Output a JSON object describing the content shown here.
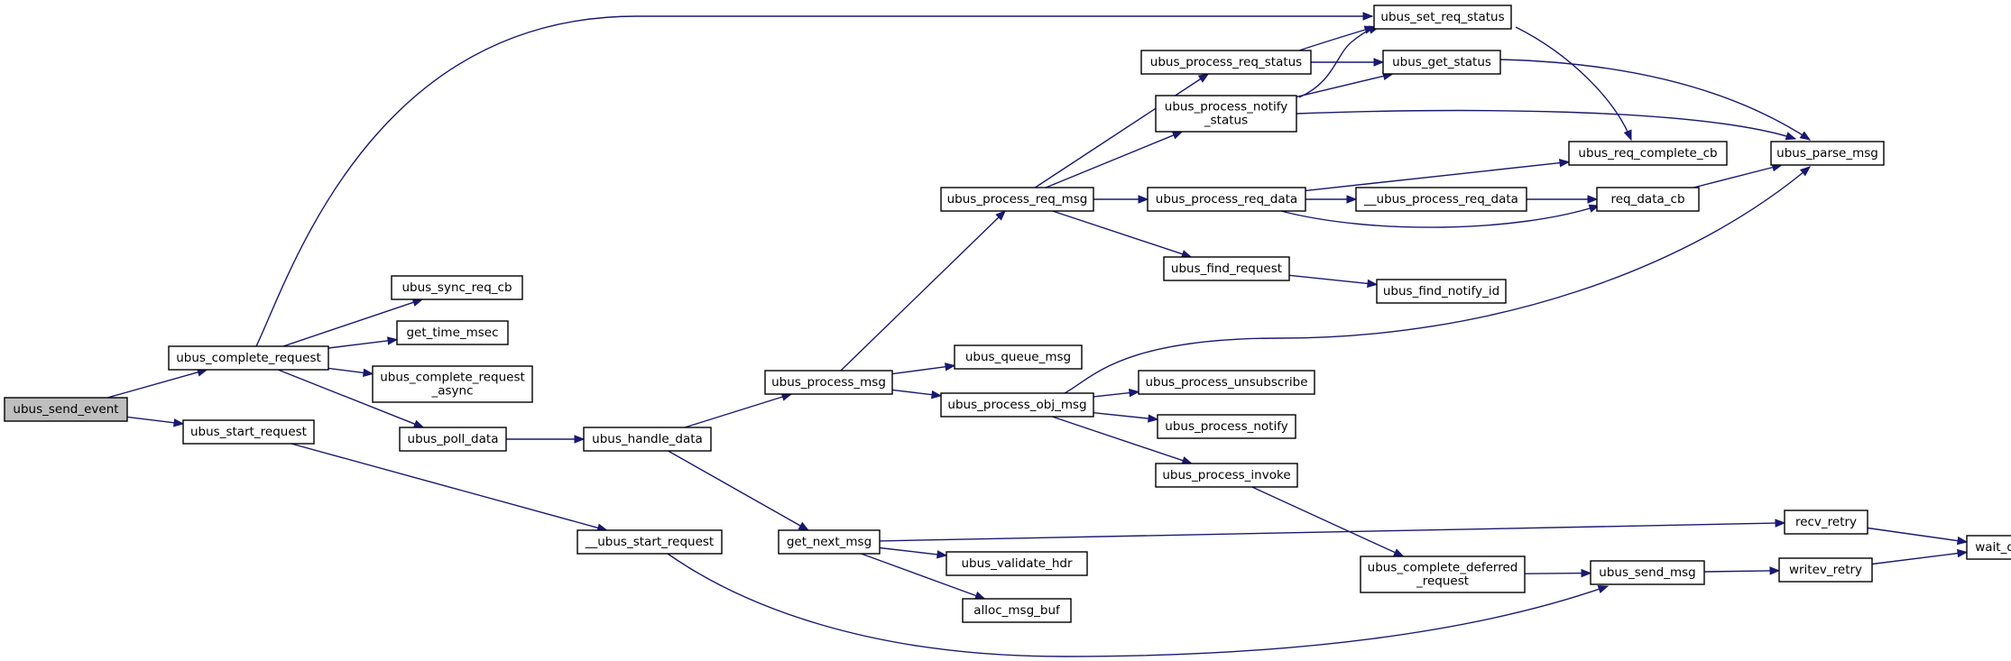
{
  "graph": {
    "edge_color": "#191970",
    "root_fill": "#bfbfbf",
    "nodes": [
      {
        "id": "ubus_send_event",
        "lines": [
          "ubus_send_event"
        ],
        "root": true
      },
      {
        "id": "ubus_complete_request",
        "lines": [
          "ubus_complete_request"
        ]
      },
      {
        "id": "ubus_start_request",
        "lines": [
          "ubus_start_request"
        ]
      },
      {
        "id": "ubus_sync_req_cb",
        "lines": [
          "ubus_sync_req_cb"
        ]
      },
      {
        "id": "get_time_msec",
        "lines": [
          "get_time_msec"
        ]
      },
      {
        "id": "ubus_complete_request_async",
        "lines": [
          "ubus_complete_request",
          "_async"
        ]
      },
      {
        "id": "ubus_poll_data",
        "lines": [
          "ubus_poll_data"
        ]
      },
      {
        "id": "__ubus_start_request",
        "lines": [
          "__ubus_start_request"
        ]
      },
      {
        "id": "ubus_handle_data",
        "lines": [
          "ubus_handle_data"
        ]
      },
      {
        "id": "ubus_process_msg",
        "lines": [
          "ubus_process_msg"
        ]
      },
      {
        "id": "get_next_msg",
        "lines": [
          "get_next_msg"
        ]
      },
      {
        "id": "ubus_process_req_msg",
        "lines": [
          "ubus_process_req_msg"
        ]
      },
      {
        "id": "ubus_queue_msg",
        "lines": [
          "ubus_queue_msg"
        ]
      },
      {
        "id": "ubus_process_obj_msg",
        "lines": [
          "ubus_process_obj_msg"
        ]
      },
      {
        "id": "ubus_validate_hdr",
        "lines": [
          "ubus_validate_hdr"
        ]
      },
      {
        "id": "alloc_msg_buf",
        "lines": [
          "alloc_msg_buf"
        ]
      },
      {
        "id": "ubus_process_req_status",
        "lines": [
          "ubus_process_req_status"
        ]
      },
      {
        "id": "ubus_process_notify_status",
        "lines": [
          "ubus_process_notify",
          "_status"
        ]
      },
      {
        "id": "ubus_process_req_data",
        "lines": [
          "ubus_process_req_data"
        ]
      },
      {
        "id": "ubus_find_request",
        "lines": [
          "ubus_find_request"
        ]
      },
      {
        "id": "ubus_process_unsubscribe",
        "lines": [
          "ubus_process_unsubscribe"
        ]
      },
      {
        "id": "ubus_process_notify",
        "lines": [
          "ubus_process_notify"
        ]
      },
      {
        "id": "ubus_process_invoke",
        "lines": [
          "ubus_process_invoke"
        ]
      },
      {
        "id": "ubus_complete_deferred_request",
        "lines": [
          "ubus_complete_deferred",
          "_request"
        ]
      },
      {
        "id": "ubus_set_req_status",
        "lines": [
          "ubus_set_req_status"
        ]
      },
      {
        "id": "ubus_get_status",
        "lines": [
          "ubus_get_status"
        ]
      },
      {
        "id": "__ubus_process_req_data",
        "lines": [
          "__ubus_process_req_data"
        ]
      },
      {
        "id": "ubus_find_notify_id",
        "lines": [
          "ubus_find_notify_id"
        ]
      },
      {
        "id": "ubus_send_msg",
        "lines": [
          "ubus_send_msg"
        ]
      },
      {
        "id": "ubus_req_complete_cb",
        "lines": [
          "ubus_req_complete_cb"
        ]
      },
      {
        "id": "req_data_cb",
        "lines": [
          "req_data_cb"
        ]
      },
      {
        "id": "recv_retry",
        "lines": [
          "recv_retry"
        ]
      },
      {
        "id": "writev_retry",
        "lines": [
          "writev_retry"
        ]
      },
      {
        "id": "ubus_parse_msg",
        "lines": [
          "ubus_parse_msg"
        ]
      },
      {
        "id": "wait_data",
        "lines": [
          "wait_data"
        ]
      }
    ],
    "edges": [
      [
        "ubus_send_event",
        "ubus_complete_request"
      ],
      [
        "ubus_send_event",
        "ubus_start_request"
      ],
      [
        "ubus_complete_request",
        "ubus_set_req_status"
      ],
      [
        "ubus_complete_request",
        "ubus_sync_req_cb"
      ],
      [
        "ubus_complete_request",
        "get_time_msec"
      ],
      [
        "ubus_complete_request",
        "ubus_complete_request_async"
      ],
      [
        "ubus_complete_request",
        "ubus_poll_data"
      ],
      [
        "ubus_start_request",
        "__ubus_start_request"
      ],
      [
        "ubus_poll_data",
        "ubus_handle_data"
      ],
      [
        "__ubus_start_request",
        "ubus_send_msg"
      ],
      [
        "ubus_handle_data",
        "ubus_process_msg"
      ],
      [
        "ubus_handle_data",
        "get_next_msg"
      ],
      [
        "ubus_process_msg",
        "ubus_process_req_msg"
      ],
      [
        "ubus_process_msg",
        "ubus_queue_msg"
      ],
      [
        "ubus_process_msg",
        "ubus_process_obj_msg"
      ],
      [
        "get_next_msg",
        "recv_retry"
      ],
      [
        "get_next_msg",
        "ubus_validate_hdr"
      ],
      [
        "get_next_msg",
        "alloc_msg_buf"
      ],
      [
        "ubus_process_req_msg",
        "ubus_process_req_status"
      ],
      [
        "ubus_process_req_msg",
        "ubus_process_notify_status"
      ],
      [
        "ubus_process_req_msg",
        "ubus_process_req_data"
      ],
      [
        "ubus_process_req_msg",
        "ubus_find_request"
      ],
      [
        "ubus_process_obj_msg",
        "ubus_parse_msg"
      ],
      [
        "ubus_process_obj_msg",
        "ubus_process_unsubscribe"
      ],
      [
        "ubus_process_obj_msg",
        "ubus_process_notify"
      ],
      [
        "ubus_process_obj_msg",
        "ubus_process_invoke"
      ],
      [
        "ubus_process_req_status",
        "ubus_set_req_status"
      ],
      [
        "ubus_process_req_status",
        "ubus_get_status"
      ],
      [
        "ubus_process_notify_status",
        "ubus_set_req_status"
      ],
      [
        "ubus_process_notify_status",
        "ubus_get_status"
      ],
      [
        "ubus_process_notify_status",
        "ubus_parse_msg"
      ],
      [
        "ubus_process_req_data",
        "ubus_req_complete_cb"
      ],
      [
        "ubus_process_req_data",
        "__ubus_process_req_data"
      ],
      [
        "ubus_process_req_data",
        "req_data_cb"
      ],
      [
        "ubus_find_request",
        "ubus_find_notify_id"
      ],
      [
        "ubus_process_invoke",
        "ubus_complete_deferred_request"
      ],
      [
        "ubus_complete_deferred_request",
        "ubus_send_msg"
      ],
      [
        "ubus_set_req_status",
        "ubus_req_complete_cb"
      ],
      [
        "ubus_get_status",
        "ubus_parse_msg"
      ],
      [
        "__ubus_process_req_data",
        "req_data_cb"
      ],
      [
        "req_data_cb",
        "ubus_parse_msg"
      ],
      [
        "ubus_send_msg",
        "writev_retry"
      ],
      [
        "recv_retry",
        "wait_data"
      ],
      [
        "writev_retry",
        "wait_data"
      ]
    ]
  }
}
